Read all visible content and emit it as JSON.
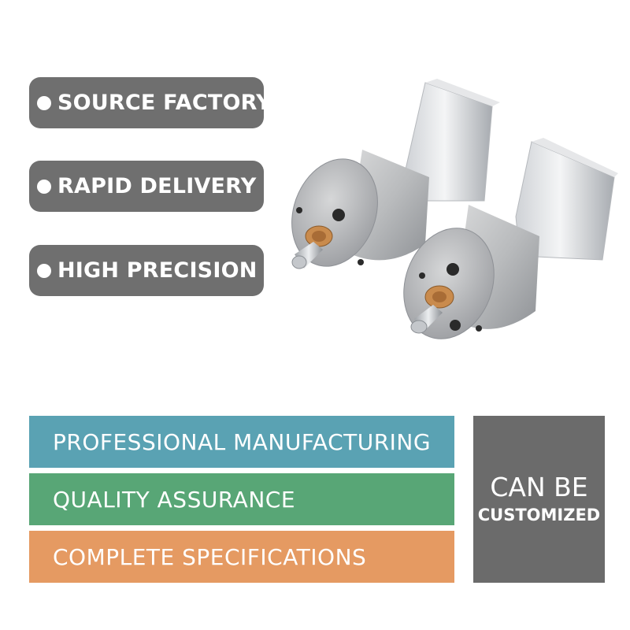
{
  "features": [
    {
      "label": "SOURCE FACTORY"
    },
    {
      "label": "RAPID DELIVERY"
    },
    {
      "label": "HIGH PRECISION"
    }
  ],
  "bands": [
    {
      "label": "PROFESSIONAL MANUFACTURING",
      "color": "#5aa2b3"
    },
    {
      "label": "QUALITY ASSURANCE",
      "color": "#58a676"
    },
    {
      "label": "COMPLETE SPECIFICATIONS",
      "color": "#e59a62"
    }
  ],
  "custom_box": {
    "line1": "CAN BE",
    "line2": "CUSTOMIZED",
    "color": "#6b6b6b"
  },
  "product": {
    "icon": "gear-motor-icon"
  }
}
